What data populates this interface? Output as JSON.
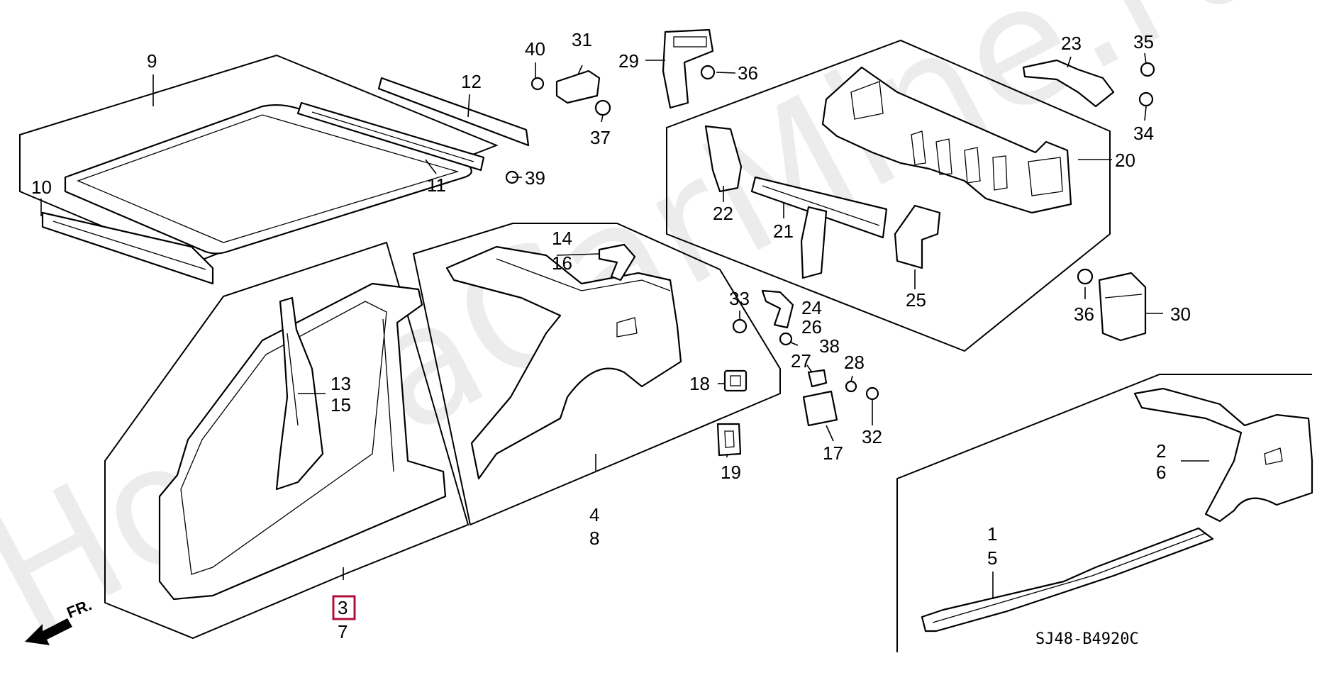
{
  "watermark": "HondaCarMine.ru",
  "diagram_code": "SJ48-B4920C",
  "direction_label": "FR.",
  "highlighted_callout": "3",
  "callouts": {
    "c1": "1",
    "c2": "2",
    "c3": "3",
    "c4": "4",
    "c5": "5",
    "c6": "6",
    "c7": "7",
    "c8": "8",
    "c9": "9",
    "c10": "10",
    "c11": "11",
    "c12": "12",
    "c13": "13",
    "c14": "14",
    "c15": "15",
    "c16": "16",
    "c17": "17",
    "c18": "18",
    "c19": "19",
    "c20": "20",
    "c21": "21",
    "c22": "22",
    "c23": "23",
    "c24": "24",
    "c25": "25",
    "c26": "26",
    "c27": "27",
    "c28": "28",
    "c29": "29",
    "c30": "30",
    "c31": "31",
    "c32": "32",
    "c33": "33",
    "c34": "34",
    "c35": "35",
    "c36": "36",
    "c37": "37",
    "c38": "38",
    "c39": "39",
    "c40": "40"
  }
}
